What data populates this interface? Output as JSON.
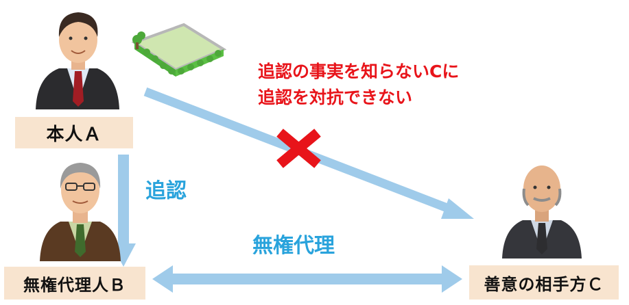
{
  "nodes": {
    "principal": {
      "label": "本人Ａ"
    },
    "agent": {
      "label": "無権代理人Ｂ"
    },
    "counterparty": {
      "label": "善意の相手方Ｃ"
    }
  },
  "edges": {
    "ratification": {
      "label": "追認"
    },
    "unauthorized_agency": {
      "label": "無権代理"
    }
  },
  "note": {
    "line1": "追認の事実を知らないCに",
    "line2": "追認を対抗できない"
  },
  "colors": {
    "arrow": "#9fcbea",
    "label_bg": "#f8e4cf",
    "accent_blue": "#29a3dc",
    "accent_red": "#e8141a"
  },
  "icons": {
    "principal": "businessman-icon",
    "agent": "older-man-glasses-icon",
    "counterparty": "bald-man-icon",
    "land": "land-plot-icon",
    "blocked": "cross-mark-icon"
  }
}
